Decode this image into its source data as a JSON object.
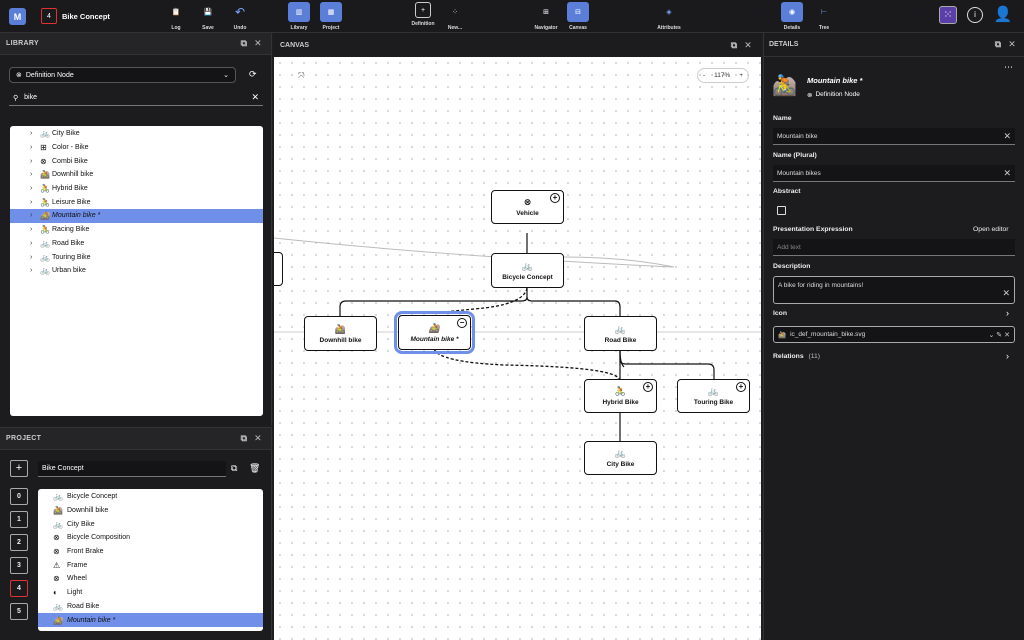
{
  "app": {
    "badge": "4",
    "title": "Bike Concept"
  },
  "toolbar": [
    {
      "label": "Log",
      "icon": "clipboard-icon"
    },
    {
      "label": "Save",
      "icon": "save-icon"
    },
    {
      "label": "Undo",
      "icon": "undo-icon"
    },
    {
      "label": "Library",
      "icon": "library-icon"
    },
    {
      "label": "Project",
      "icon": "project-icon"
    },
    {
      "label": "Definition",
      "icon": "definition-icon"
    },
    {
      "label": "New...",
      "icon": "new-icon"
    },
    {
      "label": "Navigator",
      "icon": "navigator-icon"
    },
    {
      "label": "Canvas",
      "icon": "canvas-icon"
    },
    {
      "label": "Attributes",
      "icon": "attributes-icon"
    },
    {
      "label": "Details",
      "icon": "eye-icon"
    },
    {
      "label": "Tree",
      "icon": "tree-icon"
    }
  ],
  "library": {
    "title": "LIBRARY",
    "type_select": "Definition Node",
    "search_value": "bike",
    "items": [
      "City Bike",
      "Color - Bike",
      "Combi Bike",
      "Downhill bike",
      "Hybrid Bike",
      "Leisure Bike",
      "Mountain bike *",
      "Racing Bike",
      "Road Bike",
      "Touring Bike",
      "Urban bike"
    ]
  },
  "project": {
    "title": "PROJECT",
    "name_value": "Bike Concept",
    "numbers": [
      "0",
      "1",
      "2",
      "3",
      "4",
      "5"
    ],
    "items": [
      "Bicycle Concept",
      "Downhill bike",
      "City Bike",
      "Bicycle Composition",
      "Front Brake",
      "Frame",
      "Wheel",
      "Light",
      "Road Bike",
      "Mountain bike *"
    ]
  },
  "canvas": {
    "title": "CANVAS",
    "zoom": "117%",
    "zoom_minus": "-",
    "zoom_plus": "+",
    "nodes": {
      "vehicle": "Vehicle",
      "bicycle": "Bicycle Concept",
      "downhill": "Downhill bike",
      "mountain": "Mountain bike *",
      "road": "Road Bike",
      "hybrid": "Hybrid Bike",
      "touring": "Touring Bike",
      "city": "City Bike"
    }
  },
  "details": {
    "title": "DETAILS",
    "node_title": "Mountain bike *",
    "node_type": "Definition Node",
    "name_label": "Name",
    "name_value": "Mountain bike",
    "plural_label": "Name (Plural)",
    "plural_value": "Mountain bikes",
    "abstract_label": "Abstract",
    "pres_label": "Presentation Expression",
    "pres_link": "Open editor",
    "pres_placeholder": "Add text",
    "desc_label": "Description",
    "desc_value": "A bike for riding in mountains!",
    "icon_label": "Icon",
    "icon_value": "ic_def_mountain_bike.svg",
    "relations_label": "Relations",
    "relations_count": "(11)"
  }
}
